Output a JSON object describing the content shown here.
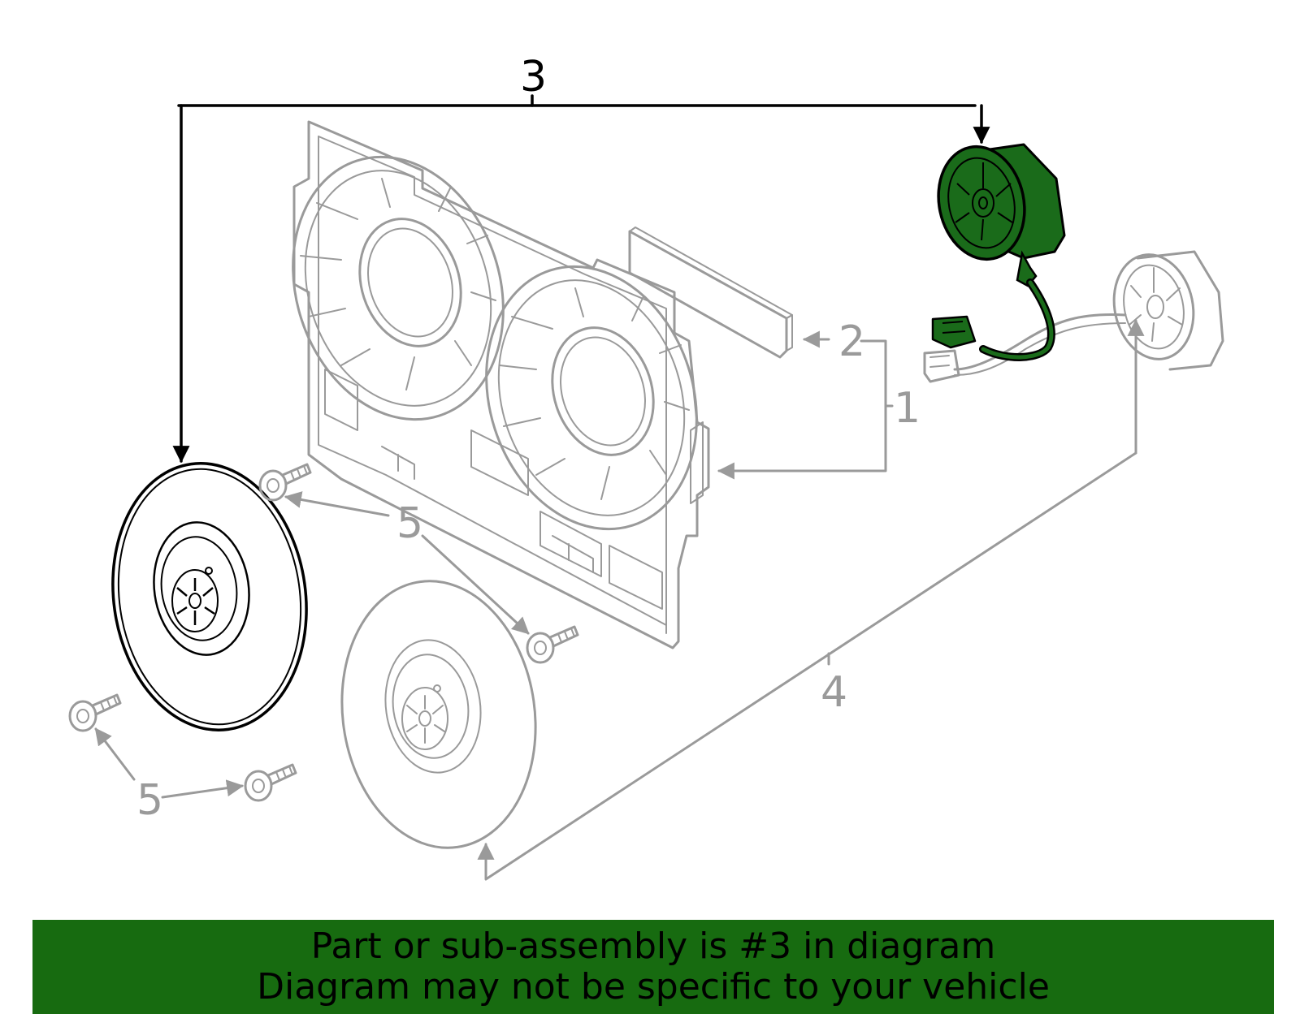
{
  "callouts": {
    "c1": "1",
    "c2": "2",
    "c3": "3",
    "c4": "4",
    "c5a": "5",
    "c5b": "5"
  },
  "banner": {
    "line1": "Part or sub-assembly is #3 in diagram",
    "line2": "Diagram may not be specific to your vehicle"
  },
  "colors": {
    "highlight": "#1a6b1a",
    "banner_bg": "#176b10",
    "line_gray": "#9a9a9a",
    "line_black": "#000000"
  }
}
